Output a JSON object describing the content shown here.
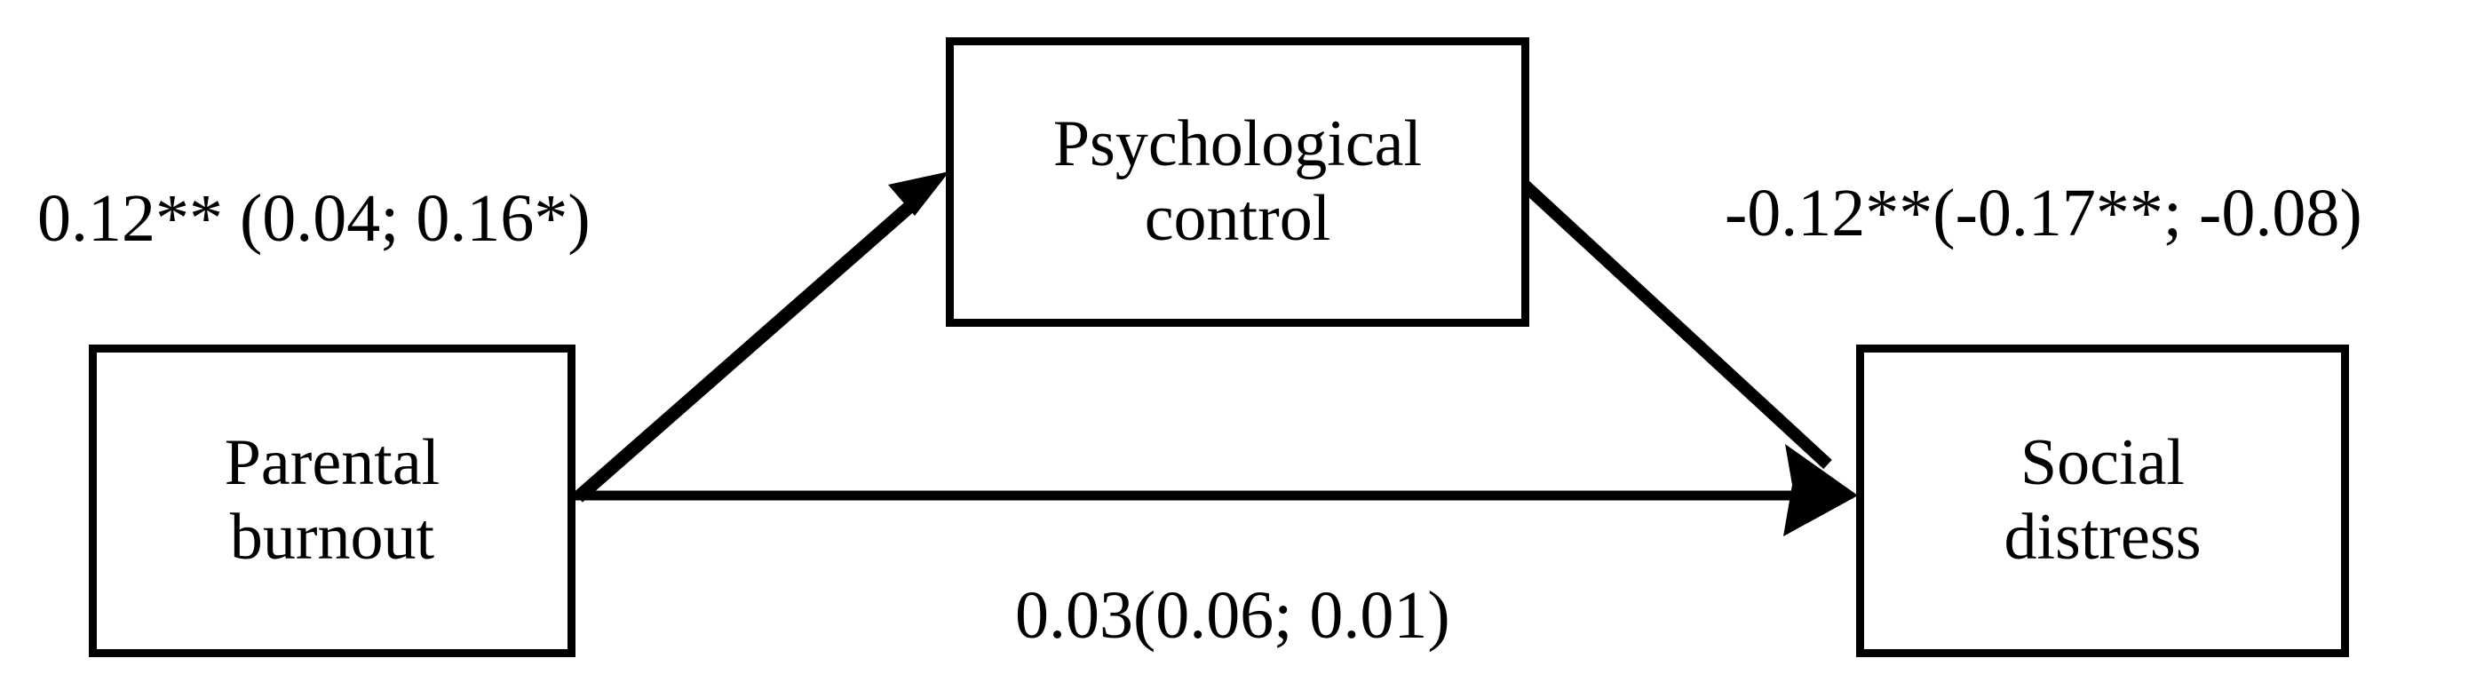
{
  "diagram": {
    "type": "mediation-model",
    "background_color": "#ffffff",
    "stroke_color": "#000000",
    "nodes": [
      {
        "id": "parental-burnout",
        "lines": [
          "Parental",
          "burnout"
        ],
        "role": "predictor"
      },
      {
        "id": "psychological-control",
        "lines": [
          "Psychological",
          "control"
        ],
        "role": "mediator"
      },
      {
        "id": "social-distress",
        "lines": [
          "Social",
          "distress"
        ],
        "role": "outcome"
      }
    ],
    "paths": [
      {
        "id": "a-path",
        "from": "parental-burnout",
        "to": "psychological-control",
        "label": "0.12** (0.04; 0.16*)",
        "coefficient": 0.12,
        "significance": "**",
        "interval": [
          "0.04",
          "0.16*"
        ]
      },
      {
        "id": "b-path",
        "from": "psychological-control",
        "to": "social-distress",
        "label": "-0.12**(-0.17**; -0.08)",
        "coefficient": -0.12,
        "significance": "**",
        "interval": [
          "-0.17**",
          "-0.08"
        ]
      },
      {
        "id": "c-path",
        "from": "parental-burnout",
        "to": "social-distress",
        "label": "0.03(0.06; 0.01)",
        "coefficient": 0.03,
        "significance": "",
        "interval": [
          "0.06",
          "0.01"
        ]
      }
    ]
  }
}
